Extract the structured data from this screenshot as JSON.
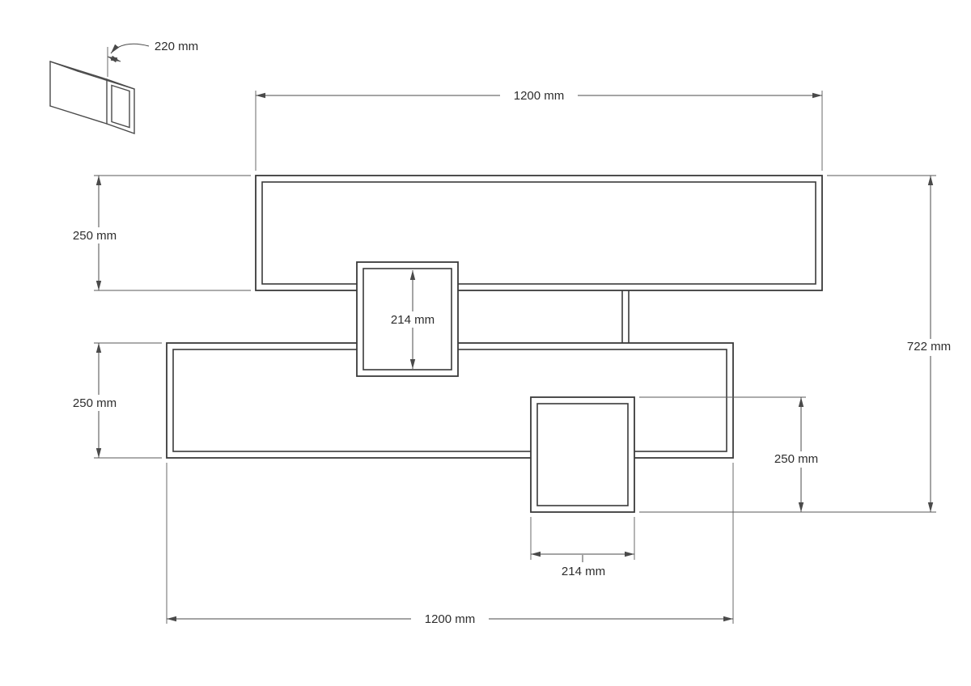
{
  "dimensions": {
    "profile_depth": "220 mm",
    "top_shelf_width": "1200 mm",
    "top_shelf_height": "250 mm",
    "middle_box_height": "214 mm",
    "bottom_shelf_height": "250 mm",
    "right_box_height": "250 mm",
    "right_box_width": "214 mm",
    "overall_height": "722 mm",
    "bottom_shelf_width": "1200 mm"
  }
}
